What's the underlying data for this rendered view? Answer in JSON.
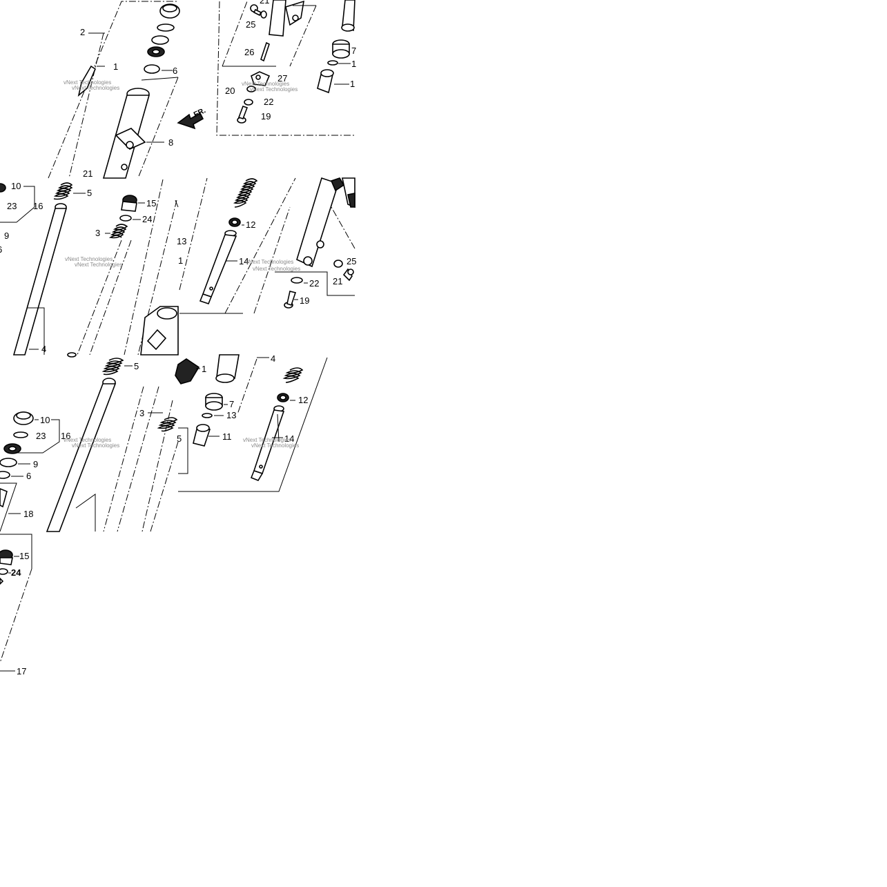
{
  "watermark": "vNext Technologies",
  "arrow_label": "FR.",
  "tiles": {
    "t1": {
      "labels": {
        "l2": "2",
        "l1": "1",
        "l6": "6",
        "l8": "8",
        "l21": "21"
      }
    },
    "t2": {
      "labels": {
        "l21": "21",
        "l25": "25",
        "l26": "26",
        "l27": "27",
        "l20": "20",
        "l22": "22",
        "l19": "19",
        "l7": "7",
        "l1a": "1",
        "l1b": "1"
      }
    },
    "t3": {
      "labels": {
        "l10": "10",
        "l23": "23",
        "l16": "16",
        "l9": "9",
        "l6": "6",
        "l5": "5",
        "l15": "15",
        "l24": "24",
        "l3": "3",
        "l13": "13",
        "l1": "1",
        "l4": "4"
      }
    },
    "t4": {
      "labels": {
        "l12": "12",
        "l14": "14",
        "l25": "25",
        "l21": "21",
        "l22": "22",
        "l19": "19"
      }
    },
    "t5": {
      "labels": {
        "l5": "5",
        "l10": "10",
        "l23": "23",
        "l16": "16",
        "l9": "9",
        "l6": "6",
        "l18": "18",
        "l1": "1",
        "l3": "3",
        "l5b": "5"
      }
    },
    "t6": {
      "labels": {
        "l4": "4",
        "l7": "7",
        "l13": "13",
        "l11": "11",
        "l12": "12",
        "l14": "14"
      }
    },
    "t7": {
      "labels": {
        "l15": "15",
        "l24": "24",
        "l17": "17"
      }
    }
  }
}
